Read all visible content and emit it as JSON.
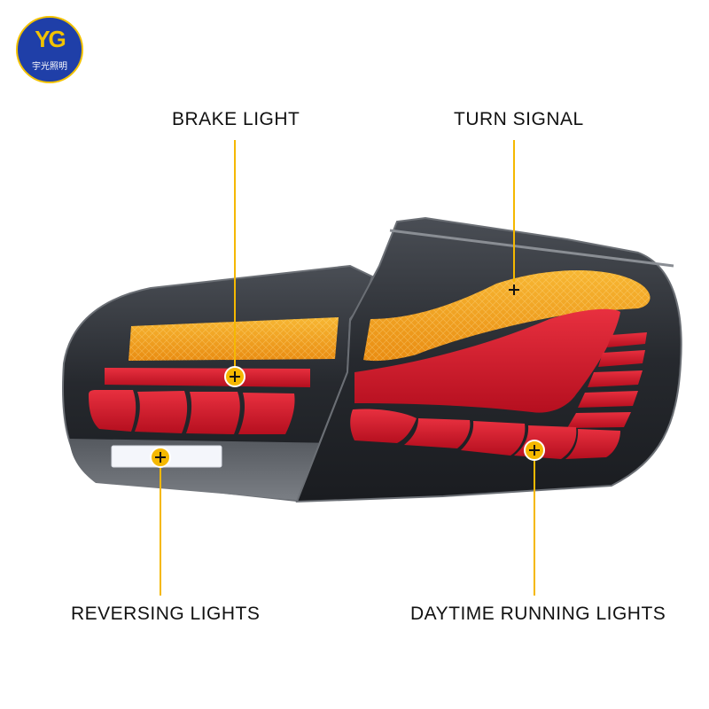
{
  "brand": {
    "logo_letters": "YG",
    "logo_text": "宇光照明"
  },
  "callouts": {
    "brake_light": "BRAKE LIGHT",
    "turn_signal": "TURN SIGNAL",
    "reversing_lights": "REVERSING LIGHTS",
    "daytime_running_lights": "DAYTIME RUNNING LIGHTS"
  },
  "colors": {
    "accent": "#f5b800",
    "lamp_housing": "#2b2e33",
    "amber": "#f4a31a",
    "red": "#d8182a",
    "white_light": "#f4f6fb"
  }
}
